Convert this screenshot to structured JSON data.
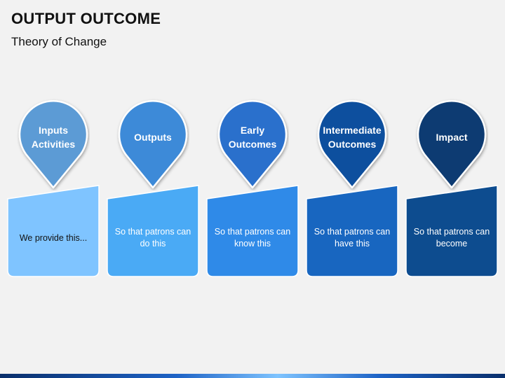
{
  "header": {
    "title": "OUTPUT OUTCOME",
    "subtitle": "Theory of Change"
  },
  "stages": [
    {
      "id": "inputs",
      "heading_lines": [
        "Inputs",
        "Activities"
      ],
      "description": "We provide this...",
      "pin_color": "#5b9bd5",
      "card_color": "#7fc4ff",
      "text_color": "#111111"
    },
    {
      "id": "outputs",
      "heading_lines": [
        "Outputs"
      ],
      "description": "So that patrons can do this",
      "pin_color": "#3c8ad8",
      "card_color": "#4aaaf5",
      "text_color": "#ffffff"
    },
    {
      "id": "early-outcomes",
      "heading_lines": [
        "Early",
        "Outcomes"
      ],
      "description": "So that patrons can know this",
      "pin_color": "#2a6fcc",
      "card_color": "#2f8ae8",
      "text_color": "#ffffff"
    },
    {
      "id": "intermediate-outcomes",
      "heading_lines": [
        "Intermediate",
        "Outcomes"
      ],
      "description": "So that patrons can have this",
      "pin_color": "#0d4f9e",
      "card_color": "#1866c0",
      "text_color": "#ffffff"
    },
    {
      "id": "impact",
      "heading_lines": [
        "Impact"
      ],
      "description": "So that patrons can become",
      "pin_color": "#083a72",
      "card_color": "#0d4c8f",
      "text_color": "#ffffff"
    }
  ]
}
